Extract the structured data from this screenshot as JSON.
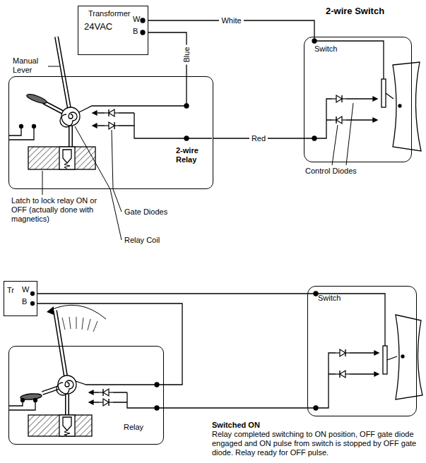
{
  "diagram": {
    "nodes": [
      {
        "text": [
          "Transformer",
          "24VAC"
        ]
      },
      {
        "text": [
          "2-wire Relay"
        ]
      },
      {
        "text": [
          "2-wire Switch",
          "Switch"
        ]
      },
      {
        "text": [
          "Tr"
        ]
      },
      {
        "text": [
          "Relay"
        ]
      },
      {
        "text": [
          "Switch"
        ]
      }
    ],
    "edges": [
      {
        "from": 0,
        "to": 2,
        "label": "White",
        "arrow": "none"
      },
      {
        "from": 0,
        "to": 1,
        "label": "Blue",
        "arrow": "none"
      },
      {
        "from": 1,
        "to": 2,
        "label": "Red",
        "arrow": "none"
      },
      {
        "from": 3,
        "to": 5,
        "arrow": "none"
      },
      {
        "from": 3,
        "to": 4,
        "arrow": "none"
      },
      {
        "from": 4,
        "to": 5,
        "arrow": "none"
      }
    ],
    "labels": [
      "W",
      "B",
      "Manual Lever",
      "Latch to lock relay ON or OFF (actually done with magnetics)",
      "Gate Diodes",
      "Relay Coil",
      "Control Diodes",
      "W",
      "B",
      "Switched ON",
      "Relay completed switching to ON position, OFF gate diode engaged and ON pulse from switch is stopped by OFF gate diode. Relay ready for OFF pulse."
    ]
  }
}
